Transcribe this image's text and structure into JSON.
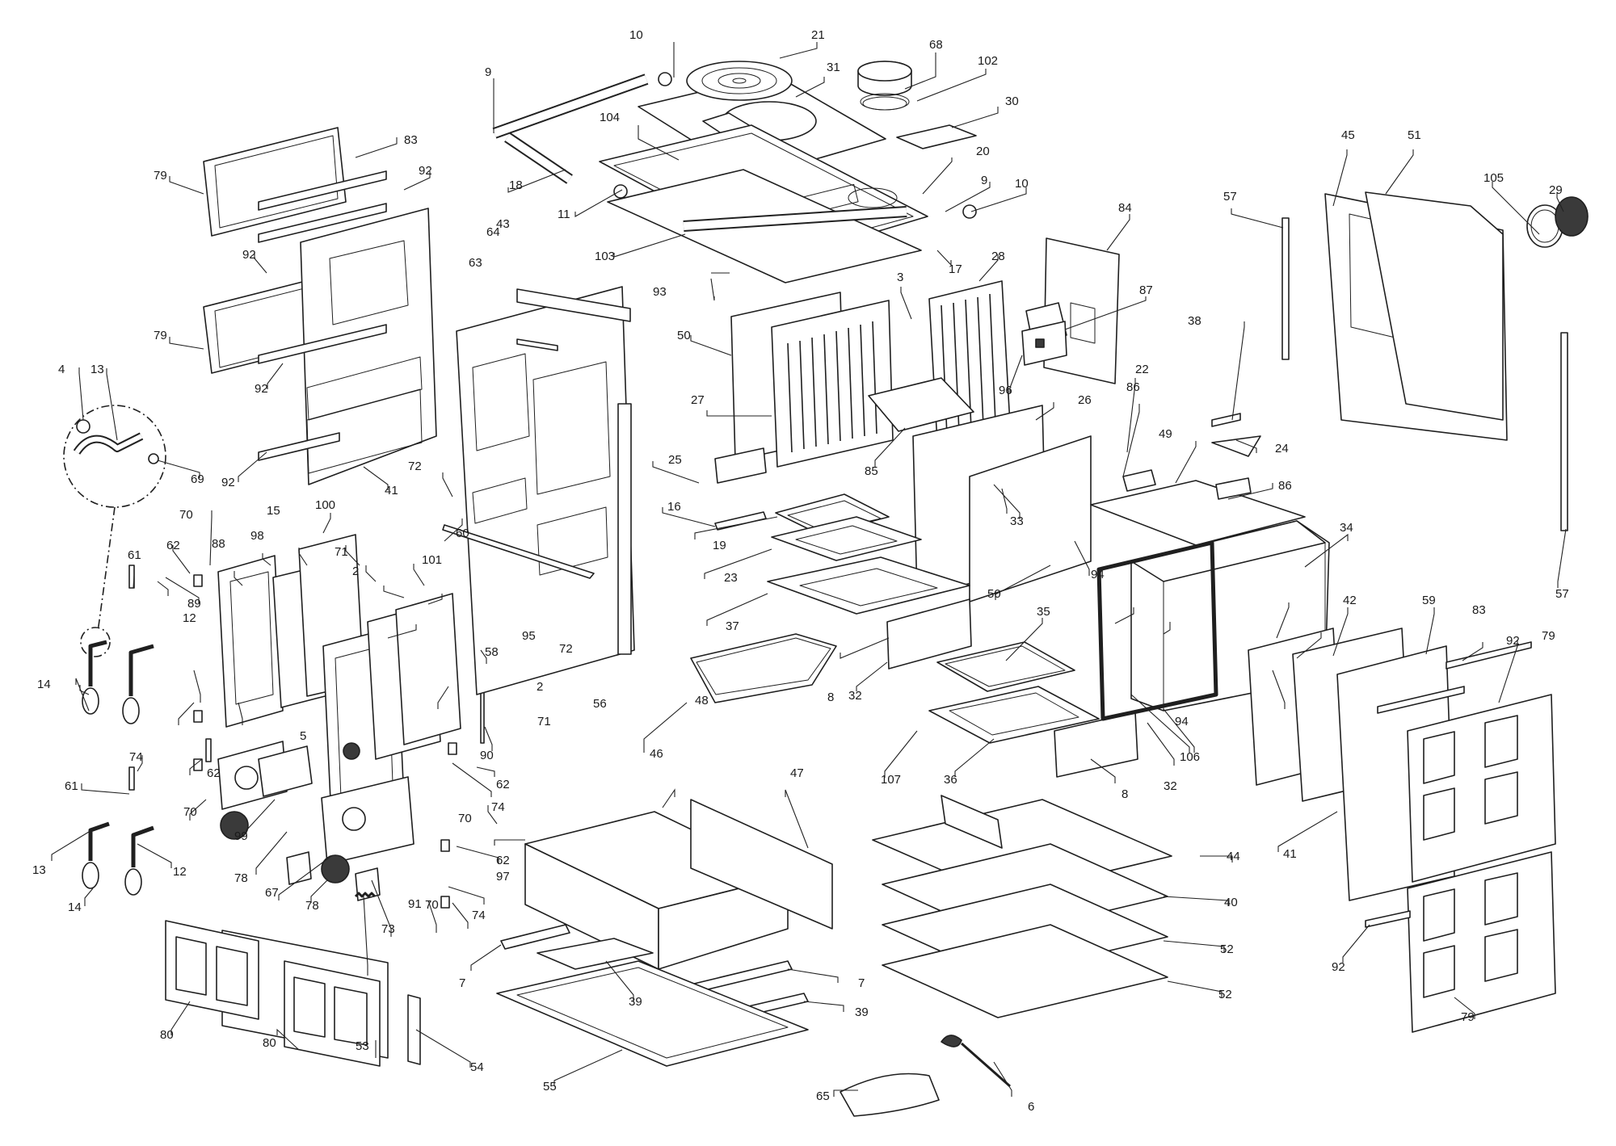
{
  "callouts": [
    "2",
    "3",
    "4",
    "5",
    "6",
    "7",
    "8",
    "9",
    "10",
    "11",
    "12",
    "13",
    "14",
    "15",
    "16",
    "17",
    "18",
    "19",
    "20",
    "21",
    "22",
    "23",
    "24",
    "25",
    "26",
    "27",
    "28",
    "29",
    "30",
    "31",
    "32",
    "33",
    "34",
    "35",
    "36",
    "37",
    "38",
    "39",
    "40",
    "41",
    "42",
    "43",
    "44",
    "45",
    "46",
    "47",
    "48",
    "49",
    "50",
    "51",
    "52",
    "53",
    "54",
    "55",
    "56",
    "57",
    "58",
    "59",
    "60",
    "61",
    "62",
    "63",
    "64",
    "65",
    "67",
    "68",
    "69",
    "70",
    "71",
    "72",
    "73",
    "74",
    "78",
    "79",
    "80",
    "83",
    "84",
    "85",
    "86",
    "87",
    "88",
    "89",
    "90",
    "91",
    "92",
    "93",
    "94",
    "95",
    "96",
    "97",
    "98",
    "99",
    "100",
    "101",
    "102",
    "103",
    "104",
    "105",
    "106",
    "107"
  ]
}
